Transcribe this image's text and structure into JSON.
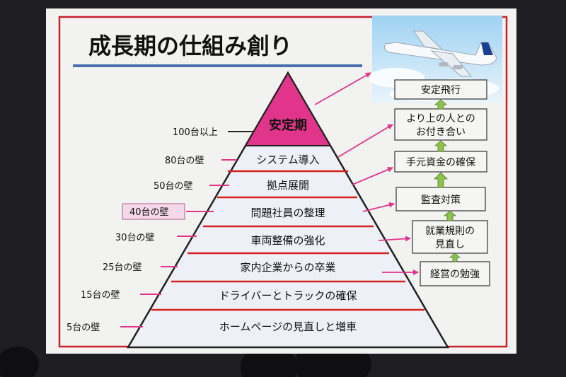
{
  "title": "成長期の仕組み創り",
  "pyramid": {
    "top": "安定期",
    "layers": [
      "システム導入",
      "拠点展開",
      "問題社員の整理",
      "車両整備の強化",
      "家内企業からの卒業",
      "ドライバーとトラックの確保",
      "ホームページの見直しと増車"
    ]
  },
  "walls": [
    "100台以上",
    "80台の壁",
    "50台の壁",
    "40台の壁",
    "30台の壁",
    "25台の壁",
    "15台の壁",
    "5台の壁"
  ],
  "steps": [
    "安定飛行",
    "より上の人との",
    "お付き合い",
    "手元資金の確保",
    "監査対策",
    "就業規則の",
    "見直し",
    "経営の勉強"
  ],
  "colors": {
    "accent": "#e0358a",
    "line": "#d42020",
    "arrow_green": "#8fc24a",
    "pyramid_fill": "#eef0f7",
    "wall40_fill": "#f5d9ea"
  }
}
